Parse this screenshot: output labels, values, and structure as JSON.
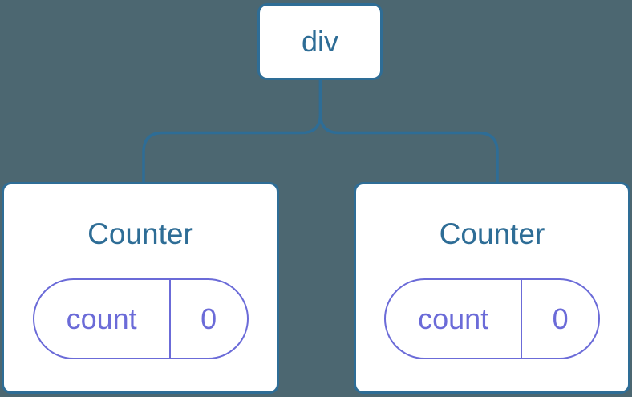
{
  "colors": {
    "bg": "#4C6771",
    "line": "#2E6D96",
    "card-bg": "#FFFFFF",
    "purple": "#6B6BD8"
  },
  "diagram": {
    "type": "component-tree",
    "root": {
      "label": "div"
    },
    "children": [
      {
        "title": "Counter",
        "state_key": "count",
        "state_value": "0"
      },
      {
        "title": "Counter",
        "state_key": "count",
        "state_value": "0"
      }
    ]
  }
}
